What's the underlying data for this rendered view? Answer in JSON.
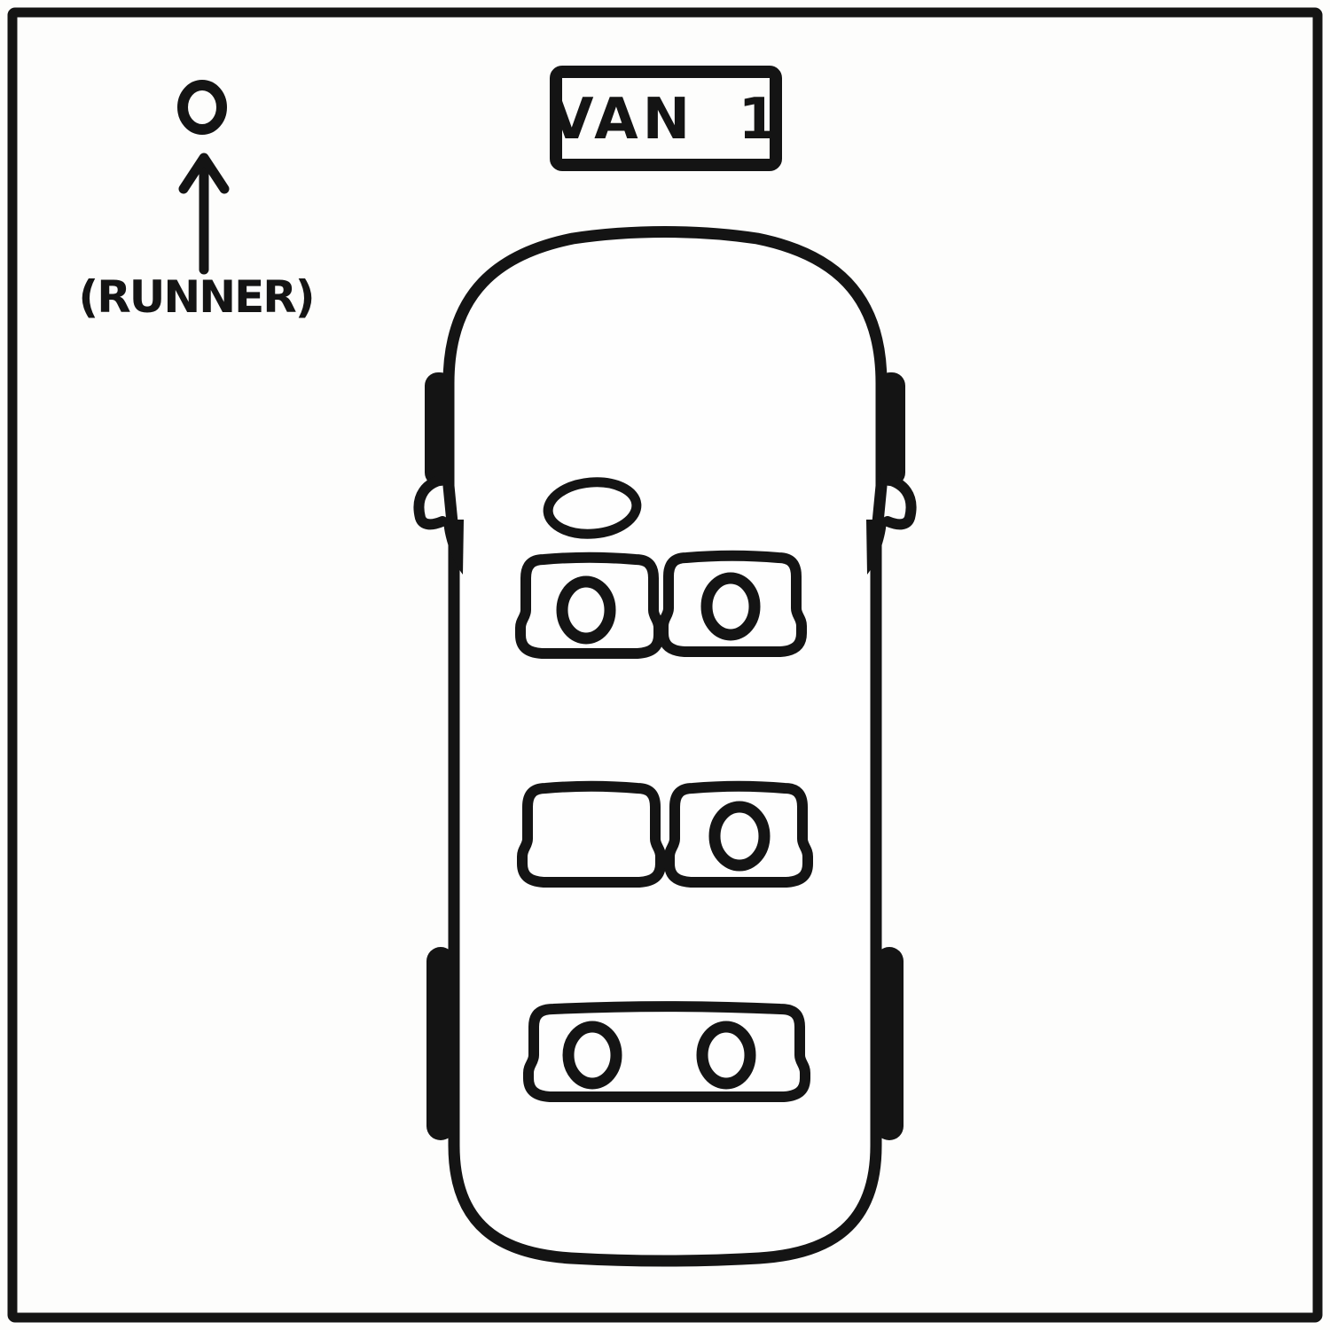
{
  "diagram": {
    "type": "van-seating-top-view",
    "van_label": "VAN 1",
    "runner_label": "(RUNNER)"
  },
  "colors": {
    "background": "#fdfdfc",
    "surface": "#fefefe",
    "line": "#141414",
    "yellow": "#eeda5f",
    "red": "#d02b24",
    "green": "#7fd88d"
  },
  "runner": {
    "label": "(RUNNER)",
    "present": true,
    "color": "#d02b24",
    "position": "outside-van-top-left"
  },
  "van": {
    "label": "VAN 1",
    "orientation": "front-up",
    "rows": [
      "front",
      "middle",
      "back"
    ],
    "seats": [
      {
        "id": "front-left",
        "row": "front",
        "side": "left",
        "role": "driver",
        "occupied": true,
        "occupant_color": "#d02b24"
      },
      {
        "id": "front-right",
        "row": "front",
        "side": "right",
        "role": "front-passenger",
        "occupied": true,
        "occupant_color": "#d02b24"
      },
      {
        "id": "middle-left",
        "row": "middle",
        "side": "left",
        "role": "passenger",
        "occupied": false,
        "occupant_color": ""
      },
      {
        "id": "middle-right",
        "row": "middle",
        "side": "right",
        "role": "passenger",
        "occupied": true,
        "occupant_color": "#7fd88d"
      },
      {
        "id": "back-left",
        "row": "back",
        "side": "left",
        "role": "passenger",
        "occupied": true,
        "occupant_color": "#7fd88d"
      },
      {
        "id": "back-right",
        "row": "back",
        "side": "right",
        "role": "passenger",
        "occupied": true,
        "occupant_color": "#7fd88d"
      }
    ]
  }
}
